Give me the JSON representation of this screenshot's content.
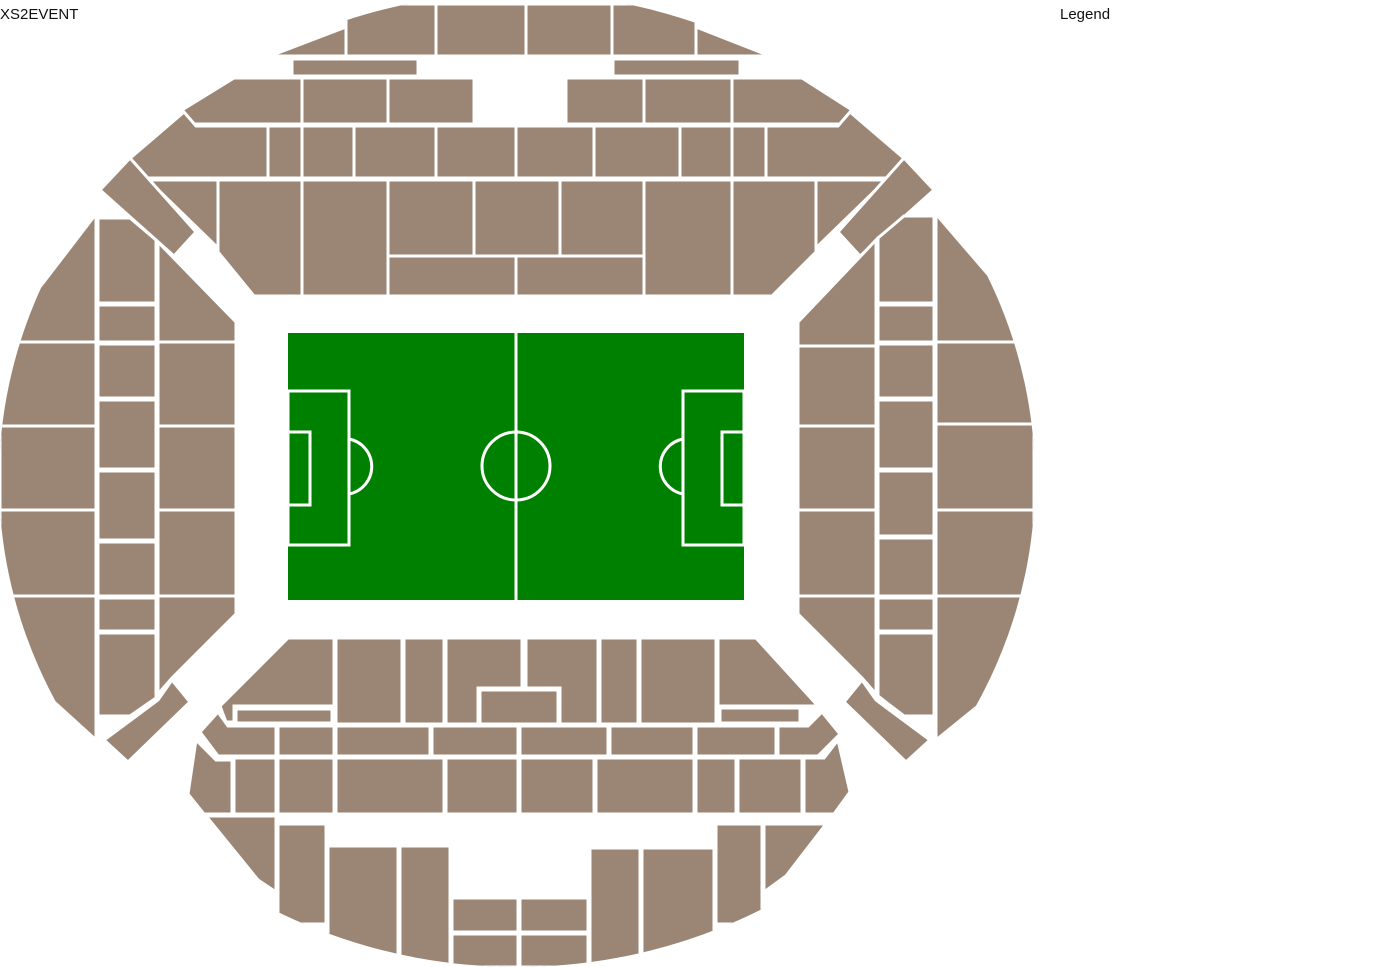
{
  "header": {
    "brand": "XS2EVENT",
    "legend_title": "Legend"
  },
  "colors": {
    "section": "#9b8676",
    "pitch": "#008000",
    "lines": "#ffffff",
    "background": "#ffffff"
  },
  "map": {
    "type": "stadium-seating-map",
    "pitch": "football-pitch"
  }
}
